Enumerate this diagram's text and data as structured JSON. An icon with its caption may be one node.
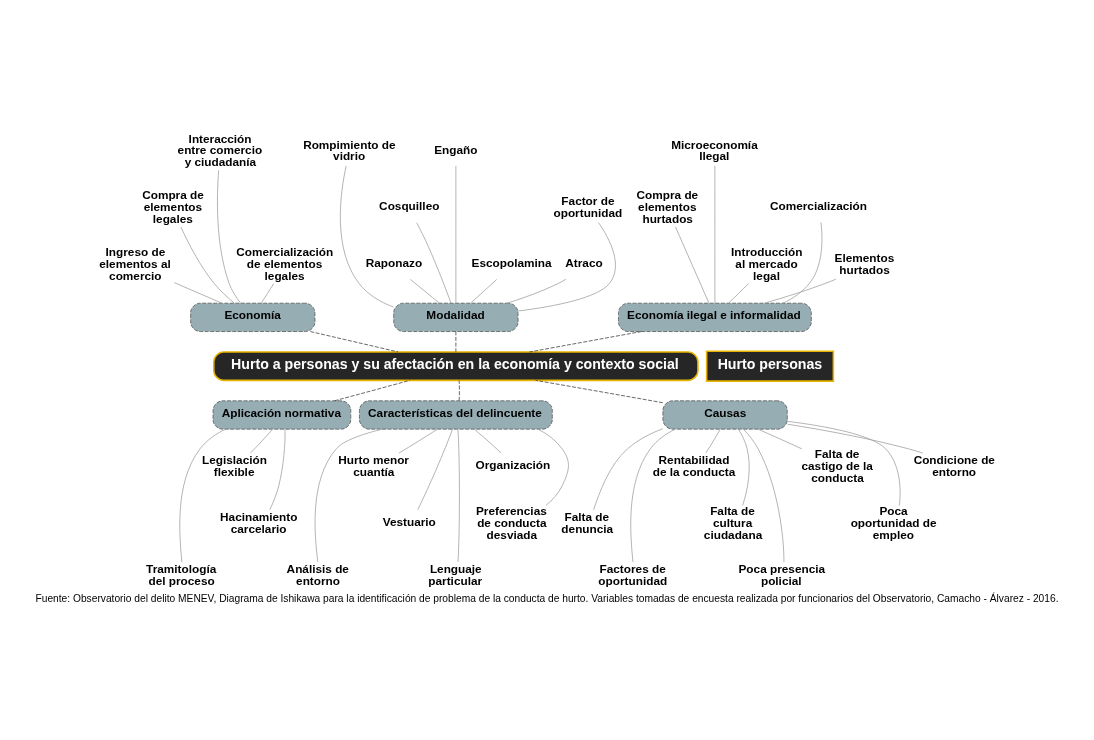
{
  "diagram": {
    "caption": "Fuente: Observatorio del delito MENEV, Diagrama de Ishikawa para la identificación de problema de la conducta de hurto. Variables tomadas de encuesta realizada por funcionarios del Observatorio, Camacho - Álvarez - 2016.",
    "nodes": [
      {
        "text": [
          "Economía"
        ]
      },
      {
        "text": [
          "Modalidad"
        ]
      },
      {
        "text": [
          "Economía ilegal e informalidad"
        ]
      },
      {
        "text": [
          "Hurto a personas y su afectación en la economía y contexto social"
        ]
      },
      {
        "text": [
          "Hurto personas"
        ]
      },
      {
        "text": [
          "Aplicación normativa"
        ]
      },
      {
        "text": [
          "Características del delincuente"
        ]
      },
      {
        "text": [
          "Causas"
        ]
      },
      {
        "text": [
          "Ingreso de elementos al comercio"
        ]
      },
      {
        "text": [
          "Compra de elementos legales"
        ]
      },
      {
        "text": [
          "Interacción entre comercio y ciudadanía"
        ]
      },
      {
        "text": [
          "Comercialización de elementos legales"
        ]
      },
      {
        "text": [
          "Atraco"
        ]
      },
      {
        "text": [
          "Factor de oportunidad"
        ]
      },
      {
        "text": [
          "Rompimiento de vidrio"
        ]
      },
      {
        "text": [
          "Raponazo"
        ]
      },
      {
        "text": [
          "Cosquilleo"
        ]
      },
      {
        "text": [
          "Engaño"
        ]
      },
      {
        "text": [
          "Escopolamina"
        ]
      },
      {
        "text": [
          "Elementos hurtados"
        ]
      },
      {
        "text": [
          "Compra de elementos hurtados"
        ]
      },
      {
        "text": [
          "Microeconomía Ilegal"
        ]
      },
      {
        "text": [
          "Introducción al mercado legal"
        ]
      },
      {
        "text": [
          "Comercialización"
        ]
      },
      {
        "text": [
          "Legislación flexible"
        ]
      },
      {
        "text": [
          "Hacinamiento carcelario"
        ]
      },
      {
        "text": [
          "Tramitología del proceso"
        ]
      },
      {
        "text": [
          "Hurto menor cuantía"
        ]
      },
      {
        "text": [
          "Vestuario"
        ]
      },
      {
        "text": [
          "Lenguaje particular"
        ]
      },
      {
        "text": [
          "Organización"
        ]
      },
      {
        "text": [
          "Preferencias de conducta desviada"
        ]
      },
      {
        "text": [
          "Análisis de entorno"
        ]
      },
      {
        "text": [
          "Condicione de entorno"
        ]
      },
      {
        "text": [
          "Falta de denuncia"
        ]
      },
      {
        "text": [
          "Factores de oportunidad"
        ]
      },
      {
        "text": [
          "Rentabilidad de la conducta"
        ]
      },
      {
        "text": [
          "Falta de cultura ciudadana"
        ]
      },
      {
        "text": [
          "Poca presencia policial"
        ]
      },
      {
        "text": [
          "Falta de castigo de la conducta"
        ]
      },
      {
        "text": [
          "Poca oportunidad de empleo"
        ]
      }
    ],
    "edges": [
      {
        "from": 0,
        "to": 3,
        "arrow": "none",
        "style": "dashed",
        "color": "#404040"
      },
      {
        "from": 1,
        "to": 3,
        "arrow": "none",
        "style": "dashed",
        "color": "#404040"
      },
      {
        "from": 2,
        "to": 3,
        "arrow": "none",
        "style": "dashed",
        "color": "#404040"
      },
      {
        "from": 5,
        "to": 3,
        "arrow": "none",
        "style": "dashed",
        "color": "#404040"
      },
      {
        "from": 6,
        "to": 3,
        "arrow": "none",
        "style": "dashed",
        "color": "#404040"
      },
      {
        "from": 7,
        "to": 3,
        "arrow": "none",
        "style": "dashed",
        "color": "#404040"
      },
      {
        "from": 8,
        "to": 0,
        "arrow": "none"
      },
      {
        "from": 9,
        "to": 0,
        "arrow": "none"
      },
      {
        "from": 10,
        "to": 0,
        "arrow": "none"
      },
      {
        "from": 11,
        "to": 0,
        "arrow": "none"
      },
      {
        "from": 12,
        "to": 1,
        "arrow": "none"
      },
      {
        "from": 13,
        "to": 1,
        "arrow": "none"
      },
      {
        "from": 14,
        "to": 1,
        "arrow": "none"
      },
      {
        "from": 15,
        "to": 1,
        "arrow": "none"
      },
      {
        "from": 16,
        "to": 1,
        "arrow": "none"
      },
      {
        "from": 17,
        "to": 1,
        "arrow": "none"
      },
      {
        "from": 18,
        "to": 1,
        "arrow": "none"
      },
      {
        "from": 19,
        "to": 2,
        "arrow": "none"
      },
      {
        "from": 20,
        "to": 2,
        "arrow": "none"
      },
      {
        "from": 21,
        "to": 2,
        "arrow": "none"
      },
      {
        "from": 22,
        "to": 2,
        "arrow": "none"
      },
      {
        "from": 23,
        "to": 2,
        "arrow": "none"
      },
      {
        "from": 24,
        "to": 5,
        "arrow": "none"
      },
      {
        "from": 25,
        "to": 5,
        "arrow": "none"
      },
      {
        "from": 26,
        "to": 5,
        "arrow": "none"
      },
      {
        "from": 27,
        "to": 6,
        "arrow": "none"
      },
      {
        "from": 28,
        "to": 6,
        "arrow": "none"
      },
      {
        "from": 29,
        "to": 6,
        "arrow": "none"
      },
      {
        "from": 30,
        "to": 6,
        "arrow": "none"
      },
      {
        "from": 31,
        "to": 6,
        "arrow": "none"
      },
      {
        "from": 32,
        "to": 6,
        "arrow": "none"
      },
      {
        "from": 33,
        "to": 7,
        "arrow": "none"
      },
      {
        "from": 34,
        "to": 7,
        "arrow": "none"
      },
      {
        "from": 35,
        "to": 7,
        "arrow": "none"
      },
      {
        "from": 36,
        "to": 7,
        "arrow": "none"
      },
      {
        "from": 37,
        "to": 7,
        "arrow": "none"
      },
      {
        "from": 38,
        "to": 7,
        "arrow": "none"
      },
      {
        "from": 39,
        "to": 7,
        "arrow": "none"
      },
      {
        "from": 40,
        "to": 7,
        "arrow": "none"
      }
    ]
  }
}
